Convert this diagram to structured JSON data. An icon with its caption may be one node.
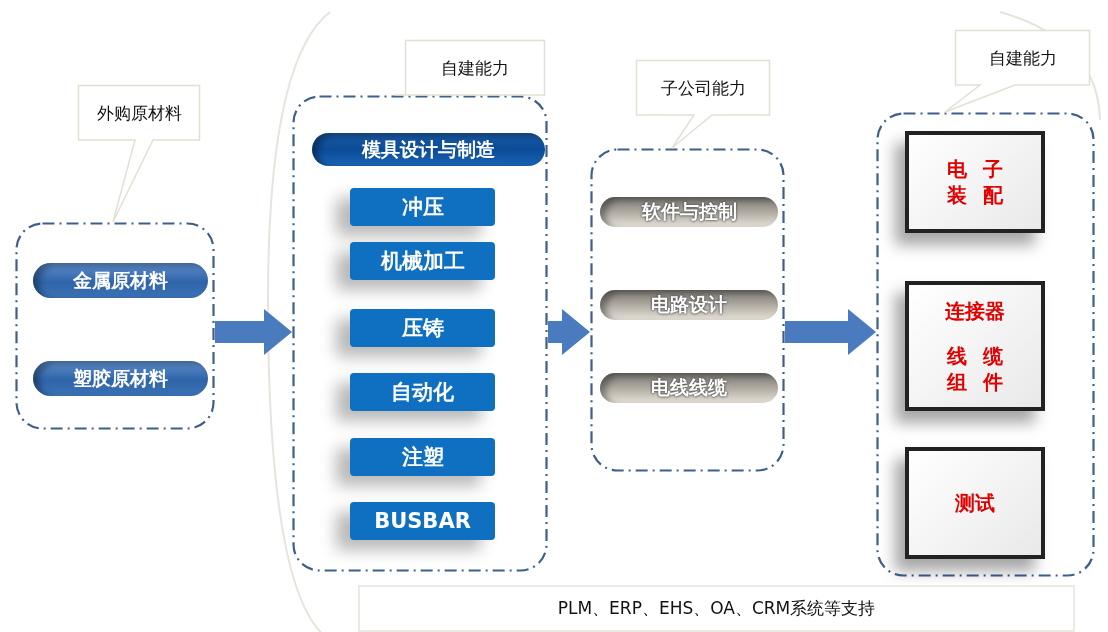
{
  "diagram": {
    "nodes": [
      {
        "text": [
          "外购原材料"
        ]
      },
      {
        "text": [
          "金属原材料"
        ],
        "in": 0
      },
      {
        "text": [
          "塑胶原材料"
        ],
        "in": 0
      },
      {
        "text": [
          "自建能力"
        ]
      },
      {
        "text": [
          "模具设计与制造"
        ],
        "in": 3
      },
      {
        "text": [
          "冲压"
        ],
        "in": 3
      },
      {
        "text": [
          "机械加工"
        ],
        "in": 3
      },
      {
        "text": [
          "压铸"
        ],
        "in": 3
      },
      {
        "text": [
          "自动化"
        ],
        "in": 3
      },
      {
        "text": [
          "注塑"
        ],
        "in": 3
      },
      {
        "text": [
          "BUSBAR"
        ],
        "in": 3
      },
      {
        "text": [
          "子公司能力"
        ]
      },
      {
        "text": [
          "软件与控制"
        ],
        "in": 11
      },
      {
        "text": [
          "电路设计"
        ],
        "in": 11
      },
      {
        "text": [
          "电线线缆"
        ],
        "in": 11
      },
      {
        "text": [
          "自建能力"
        ]
      },
      {
        "text": [
          "电子装配"
        ],
        "in": 15
      },
      {
        "text": [
          "连接器",
          "线缆组件"
        ],
        "in": 15
      },
      {
        "text": [
          "测试"
        ],
        "in": 15
      },
      {
        "text": [
          "PLM、ERP、EHS、OA、CRM系统等支持"
        ]
      }
    ],
    "edges": [
      {
        "from": 0,
        "to": 3,
        "arrow": "to"
      },
      {
        "from": 3,
        "to": 11,
        "arrow": "to"
      },
      {
        "from": 11,
        "to": 15,
        "arrow": "to"
      }
    ]
  }
}
